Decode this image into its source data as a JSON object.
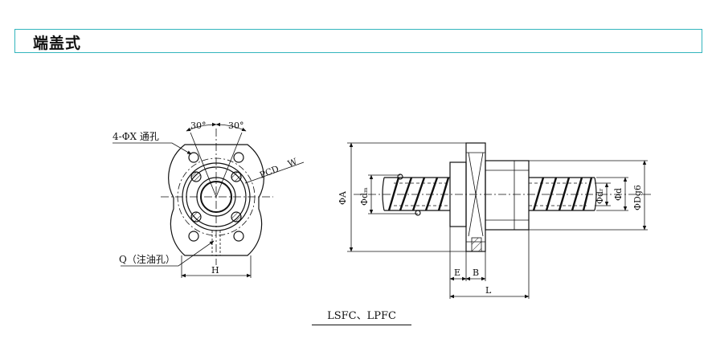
{
  "header": {
    "title": "端盖式"
  },
  "front_view": {
    "hole_label": "4-ΦX 通孔",
    "angle_left": "30°",
    "angle_right": "30°",
    "pcd_label": "PCD",
    "pcd_value": "W",
    "oil_hole_label": "Q（注油孔）",
    "width_label": "H"
  },
  "side_view": {
    "dim_A": "ΦA",
    "dim_dm": "Φdₘ",
    "dim_dr": "Φdᵣ",
    "dim_d": "Φd",
    "dim_Dg6": "ΦDg6",
    "dim_E": "E",
    "dim_B": "B",
    "dim_L": "L"
  },
  "caption": {
    "model": "LSFC、LPFC"
  },
  "colors": {
    "header_border": "#33b5bd",
    "line": "#111111"
  }
}
